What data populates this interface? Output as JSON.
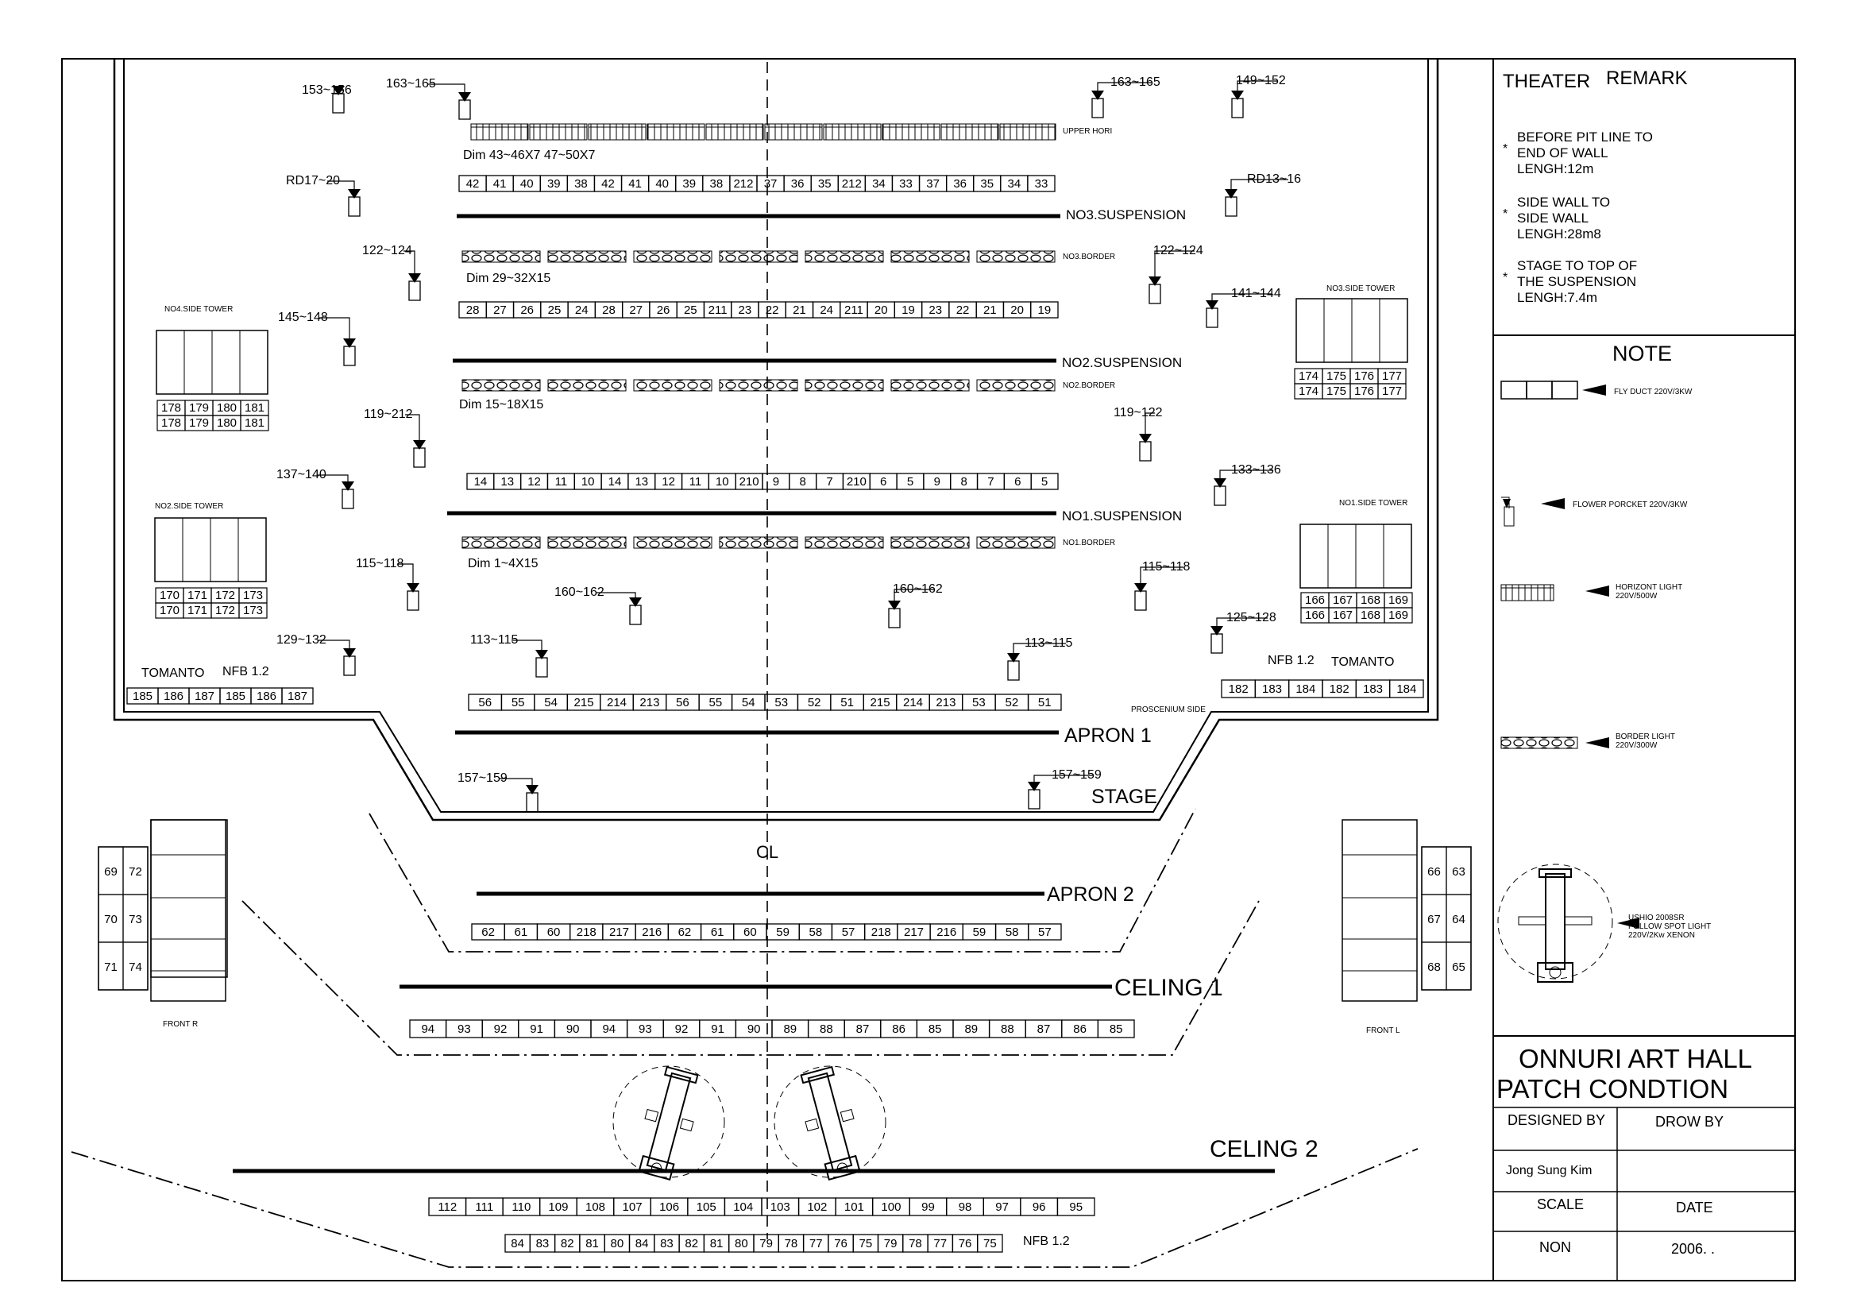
{
  "remark": {
    "heading_theater": "THEATER",
    "heading_remark": "REMARK",
    "items": [
      {
        "lines": [
          "BEFORE PIT LINE TO",
          "END OF WALL",
          "LENGH:12m"
        ]
      },
      {
        "lines": [
          "SIDE WALL TO",
          "SIDE WALL",
          "LENGH:28m8"
        ]
      },
      {
        "lines": [
          "STAGE TO TOP OF",
          "THE SUSPENSION",
          "LENGH:7.4m"
        ]
      }
    ]
  },
  "note": {
    "heading": "NOTE",
    "items": [
      {
        "icon": "fly-duct-icon",
        "label": "FLY DUCT 220V/3KW"
      },
      {
        "icon": "flower-pocket-icon",
        "label": "FLOWER PORCKET 220V/3KW"
      },
      {
        "icon": "horizont-light-icon",
        "label": "HORIZONT LIGHT 220V/500W"
      },
      {
        "icon": "border-light-icon",
        "label": "BORDER LIGHT 220V/300W"
      },
      {
        "icon": "follow-spot-icon",
        "label": "USHIO 2008SR FOLLOW SPOT LIGHT 220V/2Kw XENON"
      }
    ]
  },
  "title_block": {
    "title_line1": "ONNURI ART HALL",
    "title_line2": "PATCH CONDTION",
    "designed_by_label": "DESIGNED BY",
    "drow_by_label": "DROW BY",
    "designer": "Jong Sung Kim",
    "scale_label": "SCALE",
    "date_label": "DATE",
    "scale_value": "NON",
    "date_value": "2006.  ."
  },
  "bars": {
    "upper_hori": "UPPER HORI",
    "no3_suspension": "NO3.SUSPENSION",
    "no3_border": "NO3.BORDER",
    "no2_suspension": "NO2.SUSPENSION",
    "no2_border": "NO2.BORDER",
    "no1_suspension": "NO1.SUSPENSION",
    "no1_border": "NO1.BORDER",
    "apron1": "APRON 1",
    "stage": "STAGE",
    "apron2": "APRON 2",
    "celing1": "CELING 1",
    "celing2": "CELING 2",
    "proscenium_side": "PROSCENIUM SIDE",
    "centerline": "CL"
  },
  "dims": {
    "d1": "Dim 43~46X7  47~50X7",
    "d2": "Dim 29~32X15",
    "d3": "Dim 15~18X15",
    "d4": "Dim 1~4X15"
  },
  "pocket_labels": [
    "153~156",
    "163~165",
    "163~165",
    "149~152",
    "RD17~20",
    "RD13~16",
    "122~124",
    "122~124",
    "145~148",
    "141~144",
    "119~212",
    "119~122",
    "137~140",
    "133~136",
    "115~118",
    "115~118",
    "160~162",
    "160~162",
    "129~132",
    "125~128",
    "113~115",
    "113~115",
    "157~159",
    "157~159"
  ],
  "towers": {
    "no4": "NO4.SIDE TOWER",
    "no3": "NO3.SIDE TOWER",
    "no2": "NO2.SIDE TOWER",
    "no1": "NO1.SIDE TOWER",
    "front_r": "FRONT R",
    "front_l": "FRONT L",
    "tomanto_left": "TOMANTO",
    "nfb_left": "NFB 1.2",
    "tomanto_right": "TOMANTO",
    "nfb_right": "NFB 1.2",
    "nfb_bottom": "NFB 1.2"
  },
  "rows": {
    "upper": [
      "42",
      "41",
      "40",
      "39",
      "38",
      "42",
      "41",
      "40",
      "39",
      "38",
      "212",
      "37",
      "36",
      "35",
      "212",
      "34",
      "33",
      "37",
      "36",
      "35",
      "34",
      "33"
    ],
    "no3": [
      "28",
      "27",
      "26",
      "25",
      "24",
      "28",
      "27",
      "26",
      "25",
      "211",
      "23",
      "22",
      "21",
      "24",
      "211",
      "20",
      "19",
      "23",
      "22",
      "21",
      "20",
      "19"
    ],
    "no1": [
      "14",
      "13",
      "12",
      "11",
      "10",
      "14",
      "13",
      "12",
      "11",
      "10",
      "210",
      "9",
      "8",
      "7",
      "210",
      "6",
      "5",
      "9",
      "8",
      "7",
      "6",
      "5"
    ],
    "apron1": [
      "56",
      "55",
      "54",
      "215",
      "214",
      "213",
      "56",
      "55",
      "54",
      "53",
      "52",
      "51",
      "215",
      "214",
      "213",
      "53",
      "52",
      "51"
    ],
    "apron2": [
      "62",
      "61",
      "60",
      "218",
      "217",
      "216",
      "62",
      "61",
      "60",
      "59",
      "58",
      "57",
      "218",
      "217",
      "216",
      "59",
      "58",
      "57"
    ],
    "celing1": [
      "94",
      "93",
      "92",
      "91",
      "90",
      "94",
      "93",
      "92",
      "91",
      "90",
      "89",
      "88",
      "87",
      "86",
      "85",
      "89",
      "88",
      "87",
      "86",
      "85"
    ],
    "celing2a": [
      "112",
      "111",
      "110",
      "109",
      "108",
      "107",
      "106",
      "105",
      "104",
      "103",
      "102",
      "101",
      "100",
      "99",
      "98",
      "97",
      "96",
      "95"
    ],
    "celing2b": [
      "84",
      "83",
      "82",
      "81",
      "80",
      "84",
      "83",
      "82",
      "81",
      "80",
      "79",
      "78",
      "77",
      "76",
      "75",
      "79",
      "78",
      "77",
      "76",
      "75"
    ],
    "no4_tower": [
      [
        "178",
        "179",
        "180",
        "181"
      ],
      [
        "178",
        "179",
        "180",
        "181"
      ]
    ],
    "no3_tower": [
      [
        "174",
        "175",
        "176",
        "177"
      ],
      [
        "174",
        "175",
        "176",
        "177"
      ]
    ],
    "no2_tower": [
      [
        "170",
        "171",
        "172",
        "173"
      ],
      [
        "170",
        "171",
        "172",
        "173"
      ]
    ],
    "no1_tower": [
      [
        "166",
        "167",
        "168",
        "169"
      ],
      [
        "166",
        "167",
        "168",
        "169"
      ]
    ],
    "left_tomanto": [
      "185",
      "186",
      "187",
      "185",
      "186",
      "187"
    ],
    "right_tomanto": [
      "182",
      "183",
      "184",
      "182",
      "183",
      "184"
    ],
    "front_r": [
      [
        "69",
        "72"
      ],
      [
        "70",
        "73"
      ],
      [
        "71",
        "74"
      ]
    ],
    "front_l": [
      [
        "66",
        "63"
      ],
      [
        "67",
        "64"
      ],
      [
        "68",
        "65"
      ]
    ]
  }
}
